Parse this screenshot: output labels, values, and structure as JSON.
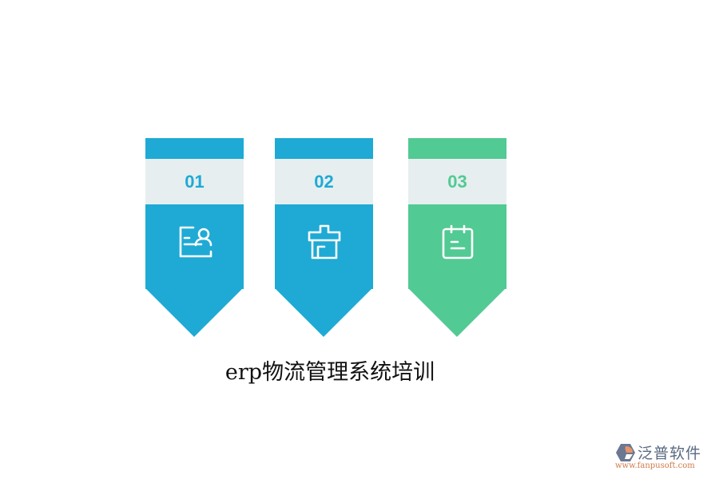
{
  "colors": {
    "blue": "#1eaad4",
    "green": "#52ca93",
    "band": "#e6eef0"
  },
  "cards": [
    {
      "number": "01",
      "icon": "user-document-icon",
      "color": "#1eaad4"
    },
    {
      "number": "02",
      "icon": "package-icon",
      "color": "#1eaad4"
    },
    {
      "number": "03",
      "icon": "calendar-notes-icon",
      "color": "#52ca93"
    }
  ],
  "title": "erp物流管理系统培训",
  "logo": {
    "name": "泛普软件",
    "url": "www.fanpusoft.com",
    "icon": "fanpu-logo-icon"
  }
}
